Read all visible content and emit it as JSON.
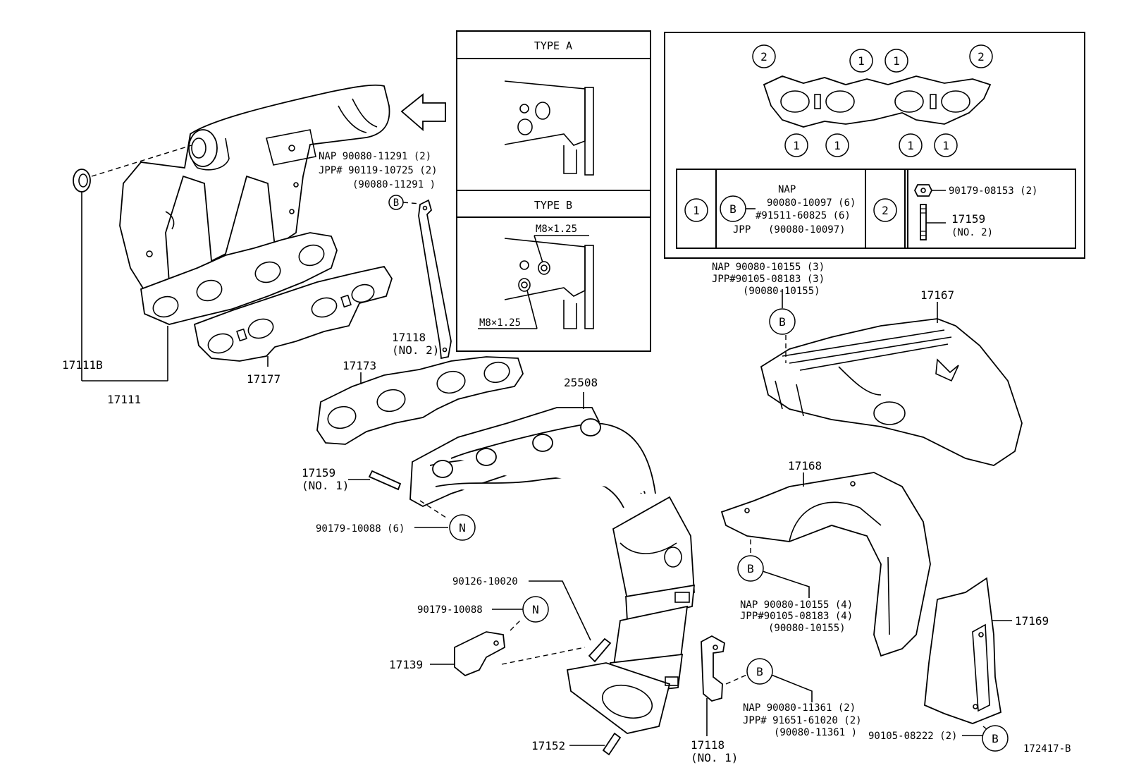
{
  "figure_code": "172417-B",
  "callouts": {
    "p17111": "17111",
    "p17111b": "17111B",
    "p17177": "17177",
    "p17173": "17173",
    "p25508": "25508",
    "p17118_2": "17118",
    "p17118_2_sub": "(NO. 2)",
    "p17118_1": "17118",
    "p17118_1_sub": "(NO. 1)",
    "p17159_1": "17159",
    "p17159_1_sub": "(NO. 1)",
    "p90179_10088_6": "90179-10088 (6)",
    "p90126_10020": "90126-10020",
    "p90179_10088": "90179-10088",
    "p17139": "17139",
    "p17152": "17152",
    "p17167": "17167",
    "p17168": "17168",
    "p17169": "17169",
    "p90105_08222": "90105-08222 (2)"
  },
  "symbols": {
    "b": "B",
    "n": "N",
    "one": "1",
    "two": "2"
  },
  "notes": {
    "intake": [
      "NAP  90080-11291 (2)",
      "JPP# 90119-10725 (2)",
      "(90080-11291 )"
    ],
    "heat_upper": [
      "NAP  90080-10155 (3)",
      "JPP#90105-08183 (3)",
      "(90080-10155)"
    ],
    "heat_mid": [
      "NAP  90080-10155 (4)",
      "JPP#90105-08183 (4)",
      "(90080-10155)"
    ],
    "bracket": [
      "NAP  90080-11361 (2)",
      "JPP# 91651-61020 (2)",
      "(90080-11361 )"
    ]
  },
  "type_box": {
    "type_a": "TYPE A",
    "type_b": "TYPE B",
    "thread_1": "M8×1.25",
    "thread_2": "M8×1.25"
  },
  "legend": {
    "nap": "NAP",
    "nap_pn": "90080-10097 (6)",
    "hash_pn": "#91511-60825 (6)",
    "jpp": "JPP",
    "jpp_pn": "(90080-10097)",
    "nut_pn": "90179-08153 (2)",
    "stud_pn": "17159",
    "stud_sub": "(NO. 2)"
  }
}
